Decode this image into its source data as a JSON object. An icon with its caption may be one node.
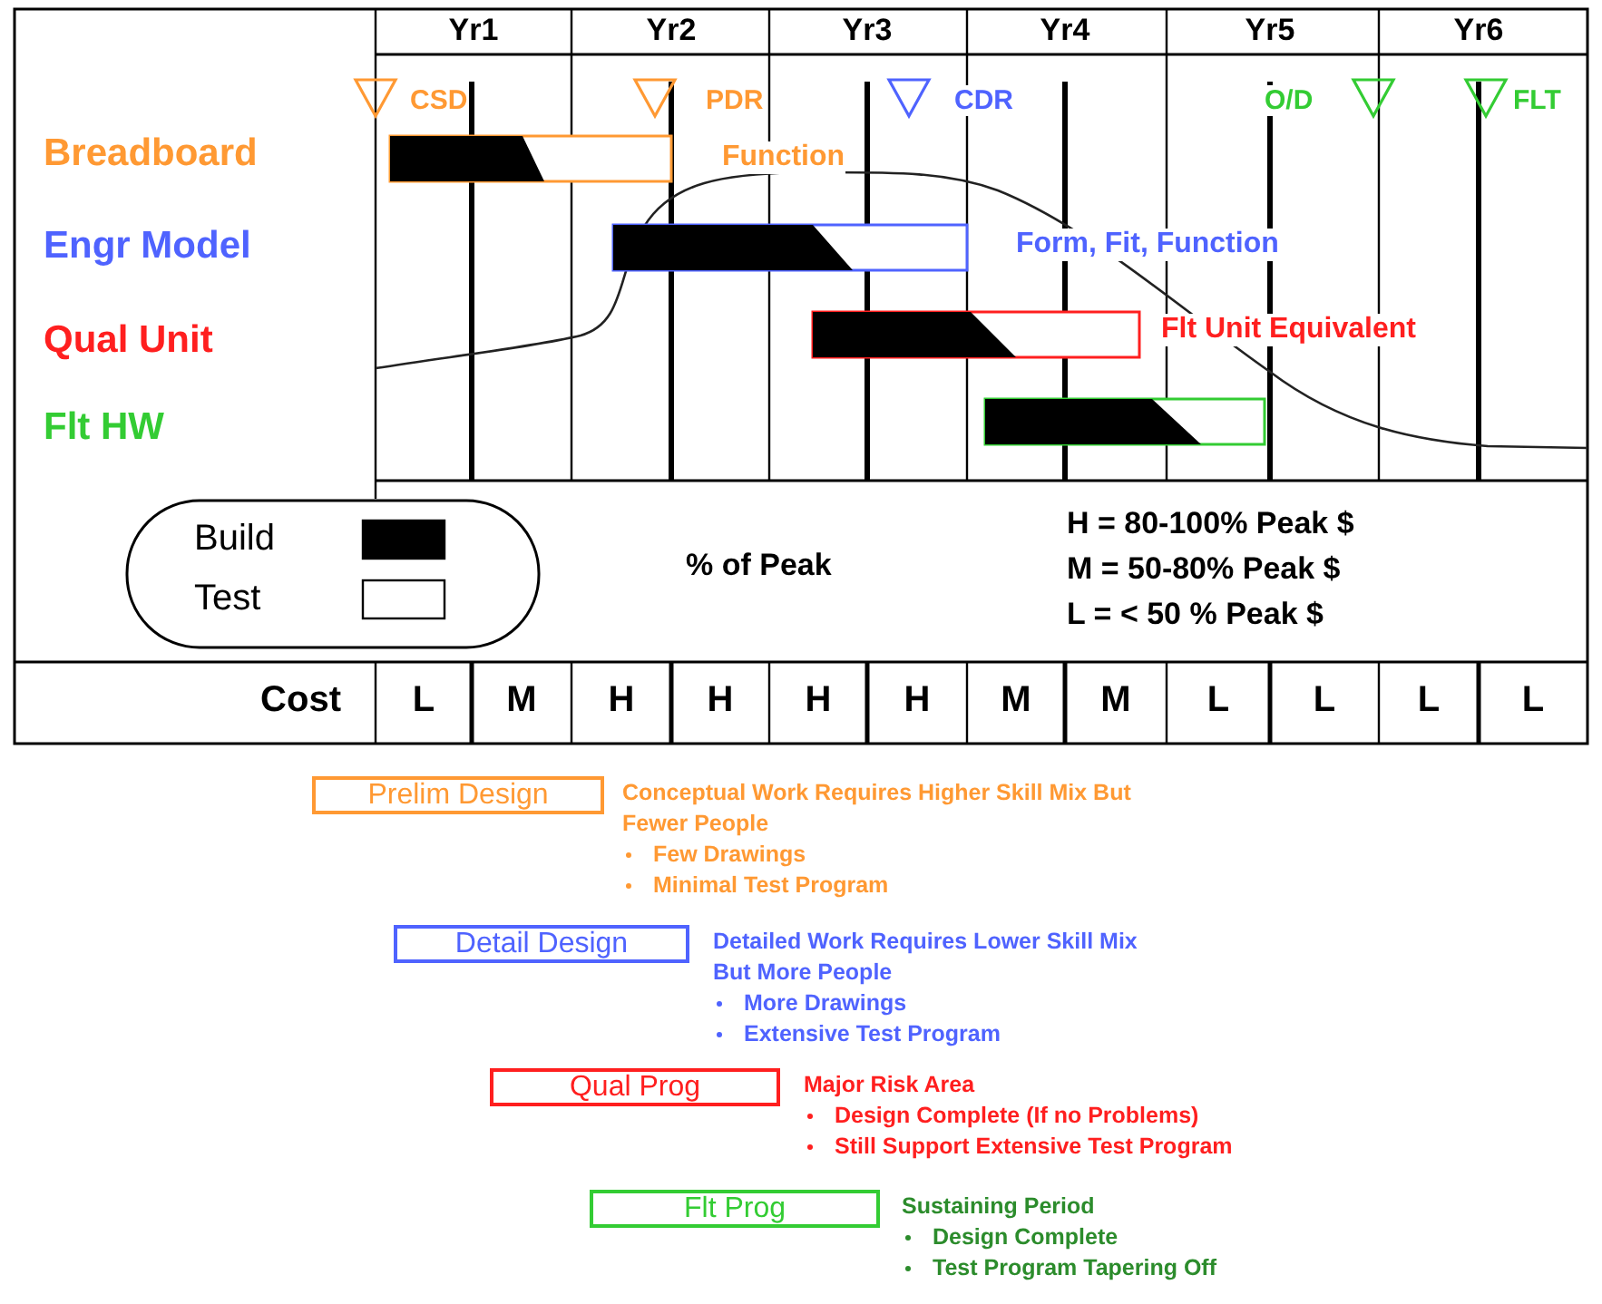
{
  "diagram": {
    "nodes": [
      {
        "text": [
          "Prelim Design"
        ],
        "beside": [
          "Conceptual Work Requires Higher Skill Mix But Fewer People",
          "Few Drawings",
          "Minimal Test Program"
        ]
      },
      {
        "text": [
          "Detail Design"
        ],
        "beside": [
          "Detailed Work Requires Lower Skill Mix But More People",
          "More Drawings",
          "Extensive Test Program"
        ]
      },
      {
        "text": [
          "Qual Prog"
        ],
        "beside": [
          "Major Risk Area",
          "Design Complete (If no Problems)",
          "Still Support Extensive Test Program"
        ]
      },
      {
        "text": [
          "Flt Prog"
        ],
        "beside": [
          "Sustaining Period",
          "Design Complete",
          "Test Program Tapering Off"
        ]
      }
    ],
    "edges": [],
    "labels": [
      "Yr1",
      "Yr2",
      "Yr3",
      "Yr4",
      "Yr5",
      "Yr6",
      "CSD",
      "PDR",
      "CDR",
      "O/D",
      "FLT",
      "Breadboard",
      "Function",
      "Engr Model",
      "Form, Fit, Function",
      "Qual Unit",
      "Flt Unit Equivalent",
      "Flt HW",
      "% of Peak",
      "H = 80-100% Peak $",
      "M = 50-80% Peak $",
      "L = < 50 % Peak $",
      "Cost",
      "L",
      "M",
      "H",
      "H",
      "H",
      "H",
      "M",
      "M",
      "L",
      "L",
      "L",
      "L"
    ],
    "legend": [
      {
        "text": "Build",
        "color": "#000000"
      },
      {
        "text": "Test",
        "color": "#ffffff"
      }
    ]
  }
}
